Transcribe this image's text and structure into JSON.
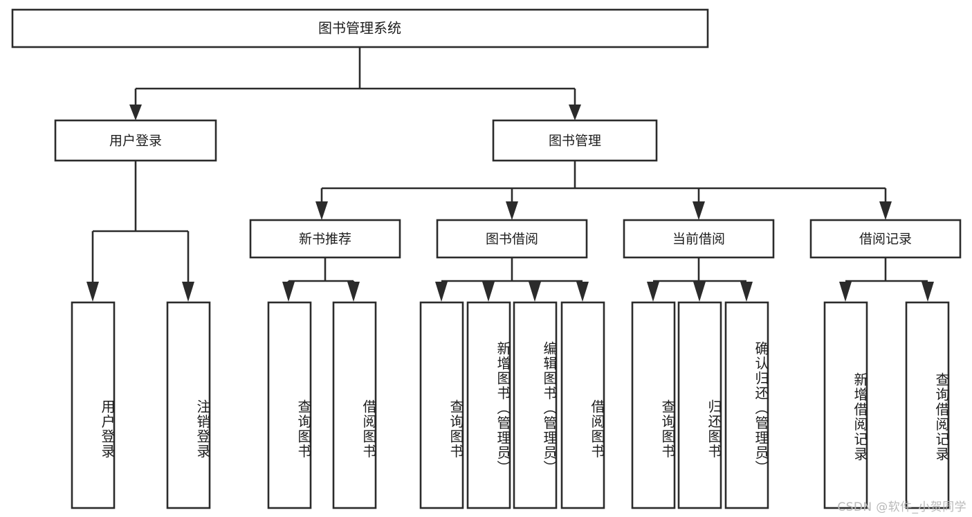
{
  "diagram": {
    "title": "图书管理系统",
    "type": "tree-hierarchy-diagram",
    "accent_color": "#2b2b2b",
    "background_color": "#ffffff",
    "root": {
      "label": "图书管理系统"
    },
    "level2": [
      {
        "label": "用户登录"
      },
      {
        "label": "图书管理"
      }
    ],
    "level3": [
      {
        "label": "新书推荐"
      },
      {
        "label": "图书借阅"
      },
      {
        "label": "当前借阅"
      },
      {
        "label": "借阅记录"
      }
    ],
    "leaves": {
      "user_login": [
        {
          "label": "用户登录"
        },
        {
          "label": "注销登录"
        }
      ],
      "new_book_recommend": [
        {
          "label": "查询图书"
        },
        {
          "label": "借阅图书"
        }
      ],
      "book_borrow": [
        {
          "label": "查询图书"
        },
        {
          "label": "新增图书（管理员）"
        },
        {
          "label": "编辑图书（管理员）"
        },
        {
          "label": "借阅图书"
        }
      ],
      "current_borrow": [
        {
          "label": "查询图书"
        },
        {
          "label": "归还图书"
        },
        {
          "label": "确认归还（管理员）"
        }
      ],
      "borrow_record": [
        {
          "label": "新增借阅记录"
        },
        {
          "label": "查询借阅记录"
        }
      ]
    }
  },
  "watermark": {
    "text": "CSDN @软件_小贺同学"
  }
}
